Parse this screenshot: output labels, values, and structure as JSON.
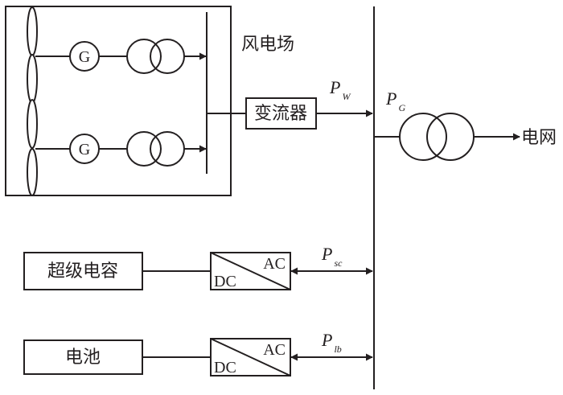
{
  "wind_farm": {
    "label": "风电场",
    "units": [
      {
        "generator_label": "G"
      },
      {
        "generator_label": "G"
      }
    ]
  },
  "converter_label": "变流器",
  "grid_label": "电网",
  "powers": {
    "pw": {
      "symbol": "P",
      "subscript": "W"
    },
    "pg": {
      "symbol": "P",
      "subscript": "G"
    },
    "psc": {
      "symbol": "P",
      "subscript": "sc"
    },
    "plb": {
      "symbol": "P",
      "subscript": "lb"
    }
  },
  "storage": [
    {
      "label": "超级电容",
      "ac": "AC",
      "dc": "DC"
    },
    {
      "label": "电池",
      "ac": "AC",
      "dc": "DC"
    }
  ]
}
